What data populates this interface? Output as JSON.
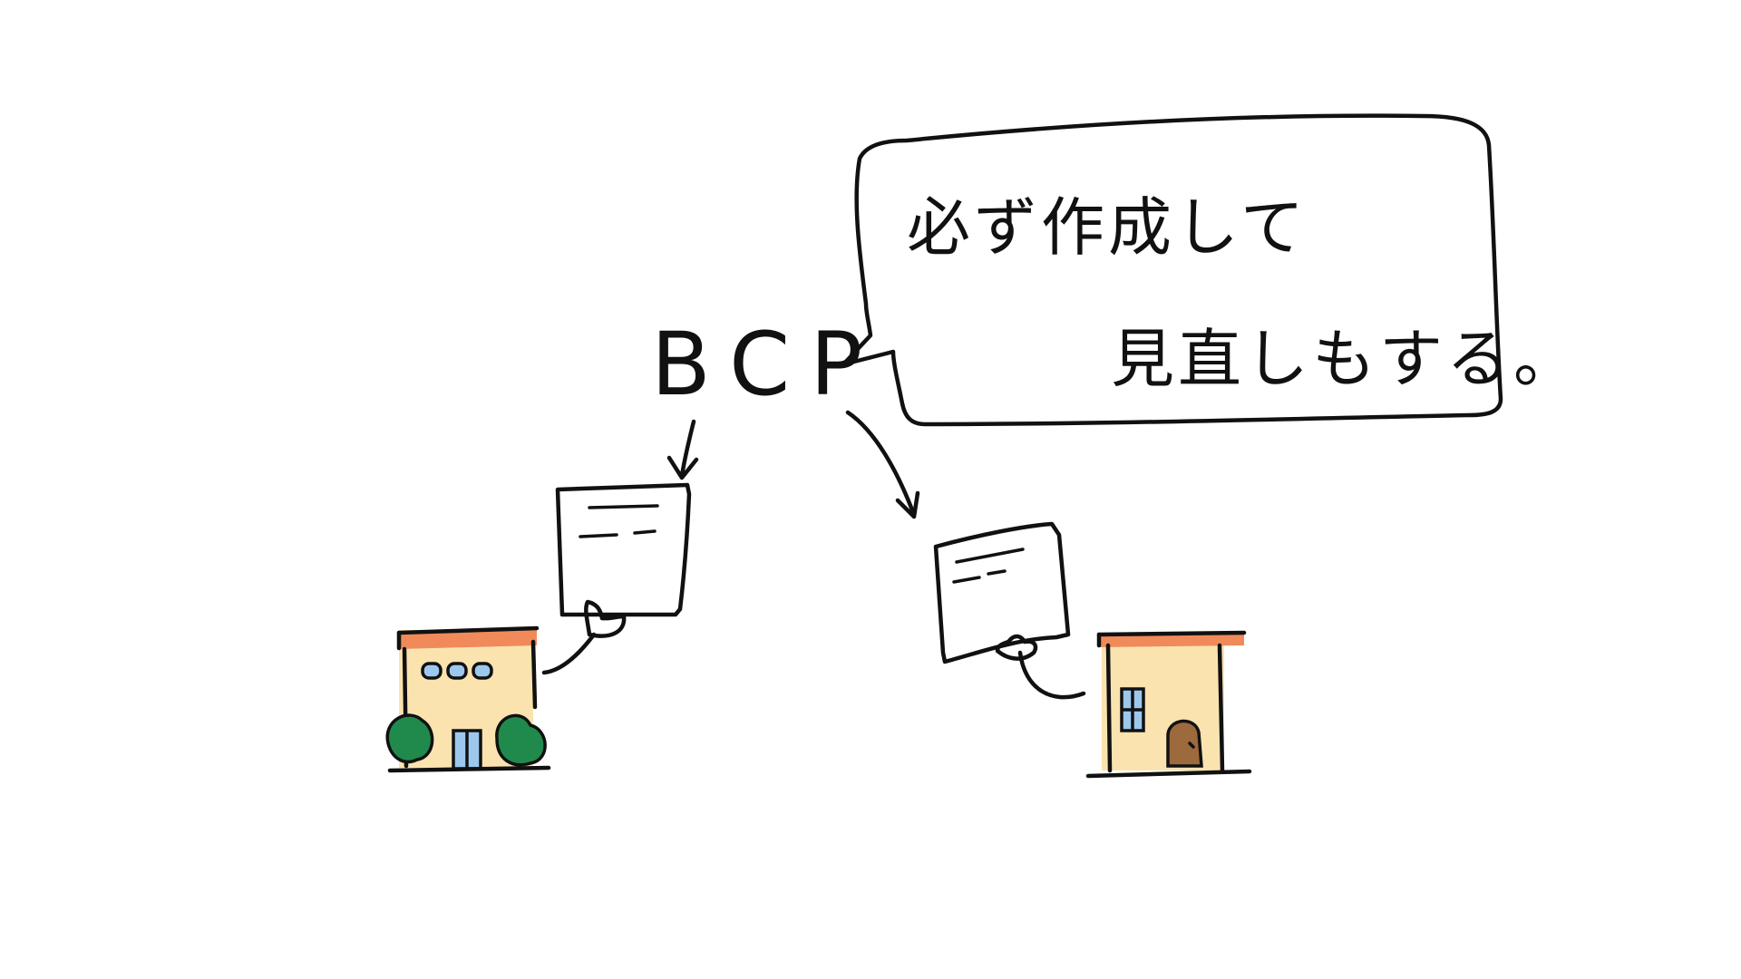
{
  "diagram": {
    "center_label": "BCP",
    "speech_bubble": {
      "line1": "必ず作成して",
      "line2": "見直しもする。"
    },
    "colors": {
      "ink": "#111111",
      "roof": "#f08a5a",
      "building_fill": "#fbe3b0",
      "window_blue": "#9cc8ee",
      "tree_green": "#1f8a4c",
      "door_brown": "#9c6a3c"
    },
    "icons": {
      "left_building": "office-building-icon",
      "right_building": "house-icon",
      "documents": "document-icon"
    }
  }
}
